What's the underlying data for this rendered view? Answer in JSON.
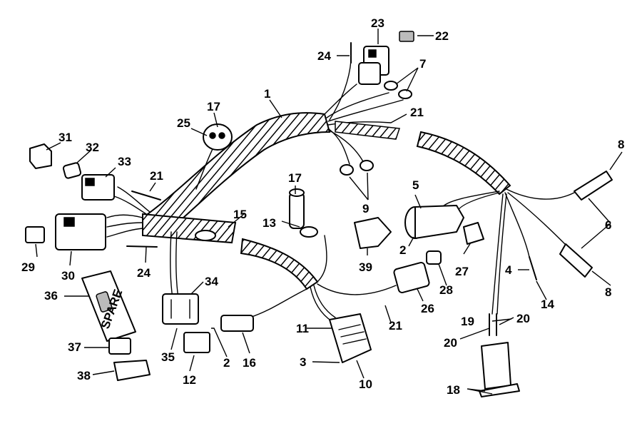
{
  "diagram": {
    "callouts": {
      "c1": "1",
      "c2a": "2",
      "c2b": "2",
      "c3": "3",
      "c4": "4",
      "c5": "5",
      "c6": "6",
      "c7": "7",
      "c8a": "8",
      "c8b": "8",
      "c9": "9",
      "c10": "10",
      "c11": "11",
      "c12": "12",
      "c13": "13",
      "c14": "14",
      "c15": "15",
      "c16": "16",
      "c17a": "17",
      "c17b": "17",
      "c18": "18",
      "c19": "19",
      "c20a": "20",
      "c20b": "20",
      "c21a": "21",
      "c21b": "21",
      "c21c": "21",
      "c22": "22",
      "c23": "23",
      "c24a": "24",
      "c24b": "24",
      "c25": "25",
      "c26": "26",
      "c27": "27",
      "c28": "28",
      "c29": "29",
      "c30": "30",
      "c31": "31",
      "c32": "32",
      "c33": "33",
      "c34": "34",
      "c35": "35",
      "c36": "36",
      "c37": "37",
      "c38": "38",
      "c39": "39"
    },
    "labels": {
      "spare": "SPARE"
    }
  }
}
